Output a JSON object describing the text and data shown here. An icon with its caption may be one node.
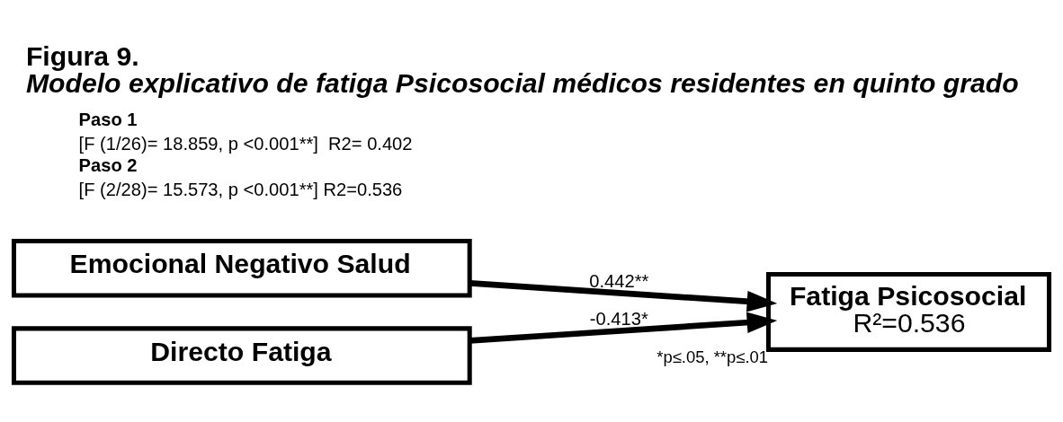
{
  "diagram": {
    "title": "Figura 9.",
    "caption": "Modelo explicativo de fatiga Psicosocial médicos residentes en quinto grado",
    "nodes": [
      {
        "text": [
          "Emocional Negativo Salud"
        ]
      },
      {
        "text": [
          "Directo Fatiga"
        ]
      },
      {
        "text": [
          "Fatiga Psicosocial",
          "R²=0.536"
        ],
        "beside": [
          "*p≤.05, **p≤.01"
        ]
      }
    ],
    "edges": [
      {
        "from": 0,
        "to": 2,
        "arrow": "to",
        "label": "0.442**"
      },
      {
        "from": 1,
        "to": 2,
        "arrow": "to",
        "label": "-0.413*"
      }
    ],
    "labels": [
      "Paso 1",
      "[F (1/26)= 18.859, p <0.001**]  R2= 0.402",
      "Paso 2",
      "[F (2/28)= 15.573, p <0.001**] R2=0.536"
    ]
  }
}
